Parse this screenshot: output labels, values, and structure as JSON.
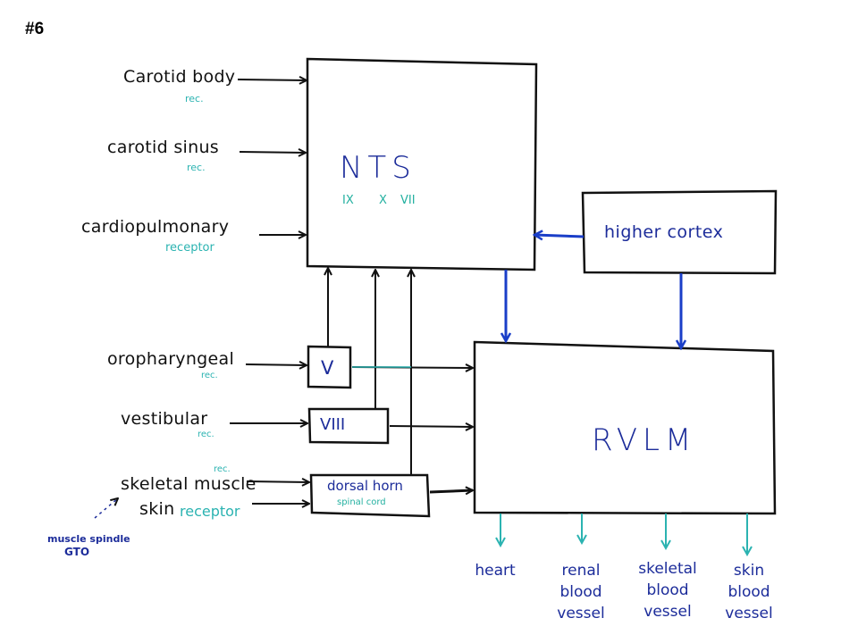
{
  "slide_number": "#6",
  "colors": {
    "line": "#111111",
    "blue_arrow": "#1a3ec8",
    "teal": "#2bb3b1",
    "navy_text": "#1c2c9a"
  },
  "inputs": {
    "carotid_body": {
      "label": "Carotid body",
      "sub": "rec."
    },
    "carotid_sinus": {
      "label": "carotid sinus",
      "sub": "rec."
    },
    "cardiopulmonary": {
      "label": "cardiopulmonary",
      "sub": "receptor"
    },
    "oropharyngeal": {
      "label": "oropharyngeal",
      "sub": "rec."
    },
    "vestibular": {
      "label": "vestibular",
      "sub": "rec."
    },
    "skeletal_muscle": {
      "label": "skeletal muscle",
      "sub": "rec."
    },
    "skin": {
      "label": "skin",
      "sub": "receptor"
    },
    "muscle_spindle": {
      "line1": "muscle spindle",
      "line2": "GTO"
    }
  },
  "nodes": {
    "nts": {
      "label": "NTS",
      "nerves": [
        "IX",
        "X",
        "VII"
      ]
    },
    "higher_cortex": {
      "label": "higher cortex"
    },
    "v": {
      "label": "V"
    },
    "viii": {
      "label": "VIII"
    },
    "dorsal_horn": {
      "label": "dorsal horn",
      "sub": "spinal cord"
    },
    "rvlm": {
      "label": "RVLM"
    }
  },
  "outputs": [
    {
      "lines": [
        "heart"
      ]
    },
    {
      "lines": [
        "renal",
        "blood",
        "vessel"
      ]
    },
    {
      "lines": [
        "skeletal",
        "blood",
        "vessel"
      ]
    },
    {
      "lines": [
        "skin",
        "blood",
        "vessel"
      ]
    }
  ]
}
